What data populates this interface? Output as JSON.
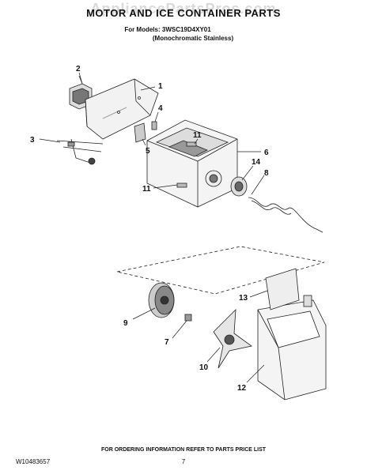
{
  "header": {
    "watermark": "AppliancePartsPros.com",
    "title": "MOTOR AND ICE CONTAINER PARTS",
    "models_line": "For Models: 3WSC19D4XY01",
    "variant_line": "(Monochromatic Stainless)"
  },
  "callouts": [
    "1",
    "2",
    "3",
    "4",
    "5",
    "6",
    "8",
    "9",
    "10",
    "11",
    "11",
    "12",
    "13",
    "14",
    "7"
  ],
  "footer": {
    "ordering_note": "FOR ORDERING INFORMATION REFER TO PARTS PRICE LIST",
    "doc_number": "W10483657",
    "page_number": "7"
  },
  "colors": {
    "line": "#222222",
    "shade": "#888888",
    "fill_dark": "#555555"
  }
}
